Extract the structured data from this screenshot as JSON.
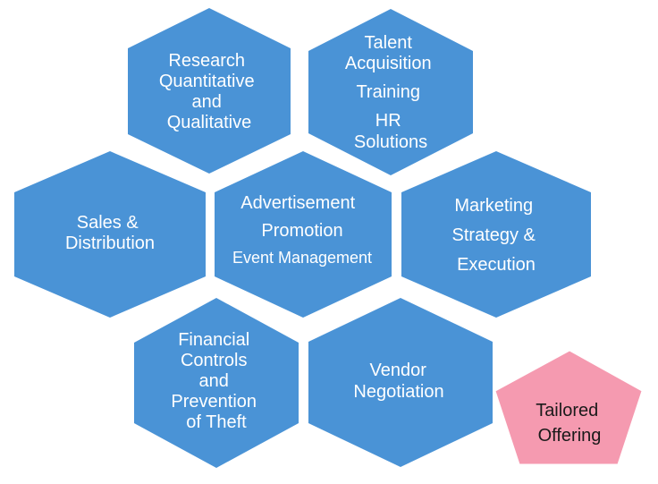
{
  "colors": {
    "hexagon_fill": "#4a93d6",
    "pentagon_fill": "#f59ab0",
    "hexagon_text": "#ffffff",
    "pentagon_text": "#1a1a1a"
  },
  "services": {
    "research": {
      "lines": [
        "Research",
        "Quantitative",
        "and",
        "Qualitative"
      ]
    },
    "talent": {
      "lines": [
        "Talent",
        "Acquisition",
        "Training",
        "HR",
        "Solutions"
      ]
    },
    "sales": {
      "lines": [
        "Sales &",
        "Distribution"
      ]
    },
    "advertising": {
      "lines": [
        "Advertisement",
        "Promotion",
        "Event Management"
      ]
    },
    "marketing": {
      "lines": [
        "Marketing",
        "Strategy &",
        "Execution"
      ]
    },
    "financial": {
      "lines": [
        "Financial",
        "Controls",
        "and",
        "Prevention",
        "of Theft"
      ]
    },
    "vendor": {
      "lines": [
        "Vendor",
        "Negotiation"
      ]
    }
  },
  "highlight": {
    "lines": [
      "Tailored",
      "Offering"
    ]
  }
}
